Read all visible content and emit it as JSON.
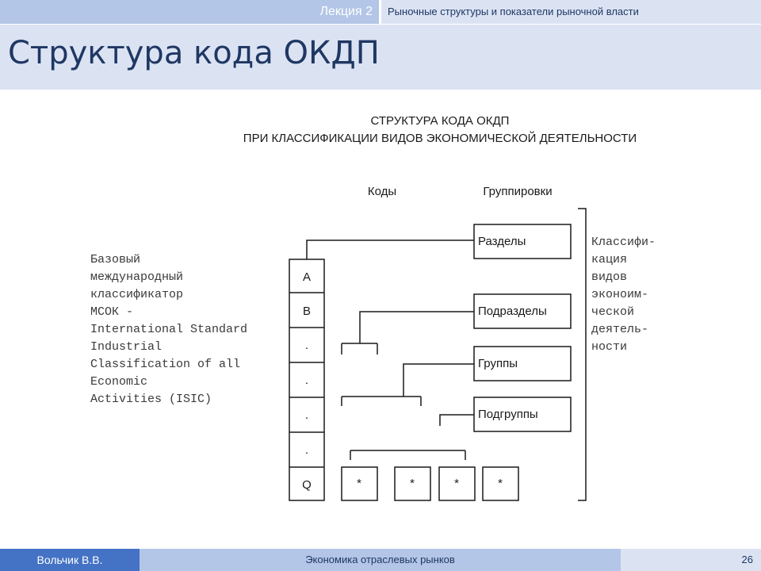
{
  "header": {
    "lecture_label": "Лекция 2",
    "topic_label": "Рыночные структуры и показатели рыночной власти"
  },
  "title": "Структура кода ОКДП",
  "figure": {
    "heading_line1": "СТРУКТУРА КОДА ОКДП",
    "heading_line2": "ПРИ КЛАССИФИКАЦИИ ВИДОВ ЭКОНОМИЧЕСКОЙ ДЕЯТЕЛЬНОСТИ",
    "codes_label": "Коды",
    "groupings_label": "Группировки",
    "left_text": [
      "Базовый",
      "международный",
      "классификатор",
      "МСОК -",
      "International Standard",
      "Industrial",
      "Classification of all",
      "Economic",
      "Activities (ISIC)"
    ],
    "code_cells": [
      "A",
      "B",
      ".",
      ".",
      ".",
      ".",
      "Q"
    ],
    "groupings": [
      "Разделы",
      "Подразделы",
      "Группы",
      "Подгруппы"
    ],
    "bottom_cells": [
      "*",
      "*",
      "*",
      "*"
    ],
    "right_text": [
      "Классифи-",
      "кация",
      "видов",
      "эконоим-",
      "ческой",
      "деятель-",
      "ности"
    ]
  },
  "footer": {
    "author": "Вольчик В.В.",
    "course": "Экономика отраслевых рынков",
    "page": "26"
  },
  "colors": {
    "accent": "#4472c4",
    "light_accent": "#b3c6e7",
    "pale_accent": "#dbe3f3",
    "title_text": "#1f3763"
  }
}
